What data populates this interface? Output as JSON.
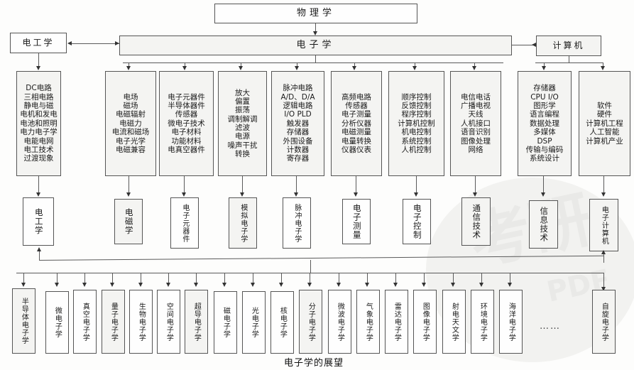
{
  "caption": "电子学的展望",
  "ellipsis": "……",
  "root": {
    "label": "物理学"
  },
  "trunk": {
    "label": "电子学"
  },
  "left_root": {
    "label": "电工学"
  },
  "right_root": {
    "label": "计算机"
  },
  "detail_boxes": [
    {
      "id": "dc",
      "lines": [
        "DC电路",
        "三相电路",
        "静电与磁",
        "电机和发电",
        "电池和照明",
        "电力电子学",
        "电能电网",
        "电工技术",
        "过渡现象"
      ]
    },
    {
      "id": "em",
      "lines": [
        "电场",
        "磁场",
        "电磁辐射",
        "电磁力",
        "电流和磁场",
        "电子光学",
        "电磁兼容"
      ]
    },
    {
      "id": "dev",
      "lines": [
        "电子元器件",
        "半导体器件",
        "传感器",
        "微电子技术",
        "电子材料",
        "功能材料",
        "电真空器件"
      ]
    },
    {
      "id": "ana",
      "lines": [
        "放大",
        "偏置",
        "振荡",
        "调制解调",
        "滤波",
        "电源",
        "噪声干扰",
        "转换"
      ]
    },
    {
      "id": "pul",
      "lines": [
        "脉冲电路",
        "A/D、D/A",
        "逻辑电路",
        "I/O PLD",
        "触发器",
        "存储器",
        "外围设备",
        "计数器",
        "寄存器"
      ]
    },
    {
      "id": "mea",
      "lines": [
        "高频电路",
        "传感器",
        "电子测量",
        "分析仪器",
        "电磁测量",
        "电量转换",
        "仪器仪表"
      ]
    },
    {
      "id": "ctl",
      "lines": [
        "顺序控制",
        "反馈控制",
        "程序控制",
        "计算机控制",
        "机电控制",
        "系统控制",
        "人机控制"
      ]
    },
    {
      "id": "com",
      "lines": [
        "电信电话",
        "广播电视",
        "天线",
        "人机接口",
        "语音识别",
        "图像处理",
        "网络"
      ]
    },
    {
      "id": "it",
      "lines": [
        "存储器",
        "CPU I/O",
        "图形学",
        "语言编程",
        "数据处理",
        "多媒体",
        "DSP",
        "传输与编码",
        "系统设计"
      ]
    },
    {
      "id": "cpu",
      "lines": [
        "软件",
        "硬件",
        "计算机工程",
        "人工智能",
        "计算机产业"
      ]
    }
  ],
  "discipline_boxes": [
    {
      "id": "d-dg",
      "label": "电工学"
    },
    {
      "id": "d-em",
      "label": "电磁学"
    },
    {
      "id": "d-dev",
      "label": "电子元器件"
    },
    {
      "id": "d-ana",
      "label": "模拟电子学"
    },
    {
      "id": "d-pul",
      "label": "脉冲电子学"
    },
    {
      "id": "d-mea",
      "label": "电子测量"
    },
    {
      "id": "d-ctl",
      "label": "电子控制"
    },
    {
      "id": "d-com",
      "label": "通信技术"
    },
    {
      "id": "d-it",
      "label": "信息技术"
    },
    {
      "id": "d-cpu",
      "label": "电子计算机"
    }
  ],
  "branch_boxes": [
    {
      "id": "b01",
      "label": "半导体电子学"
    },
    {
      "id": "b02",
      "label": "微电子学"
    },
    {
      "id": "b03",
      "label": "真空电子学"
    },
    {
      "id": "b04",
      "label": "量子电子学"
    },
    {
      "id": "b05",
      "label": "生物电子学"
    },
    {
      "id": "b06",
      "label": "空间电子学"
    },
    {
      "id": "b07",
      "label": "超导电子学"
    },
    {
      "id": "b08",
      "label": "磁电子学"
    },
    {
      "id": "b09",
      "label": "光电子学"
    },
    {
      "id": "b10",
      "label": "核电子学"
    },
    {
      "id": "b11",
      "label": "分子电子学"
    },
    {
      "id": "b12",
      "label": "微波电子学"
    },
    {
      "id": "b13",
      "label": "气象电子学"
    },
    {
      "id": "b14",
      "label": "雷达电子学"
    },
    {
      "id": "b15",
      "label": "图像电子学"
    },
    {
      "id": "b16",
      "label": "射电天文学"
    },
    {
      "id": "b17",
      "label": "环境电子学"
    },
    {
      "id": "b18",
      "label": "海洋电子学"
    },
    {
      "id": "b19",
      "label": "自旋电子学"
    }
  ],
  "colors": {
    "stroke": "#555555",
    "fill": "#f4f4f2",
    "text": "#1a1a1a"
  }
}
